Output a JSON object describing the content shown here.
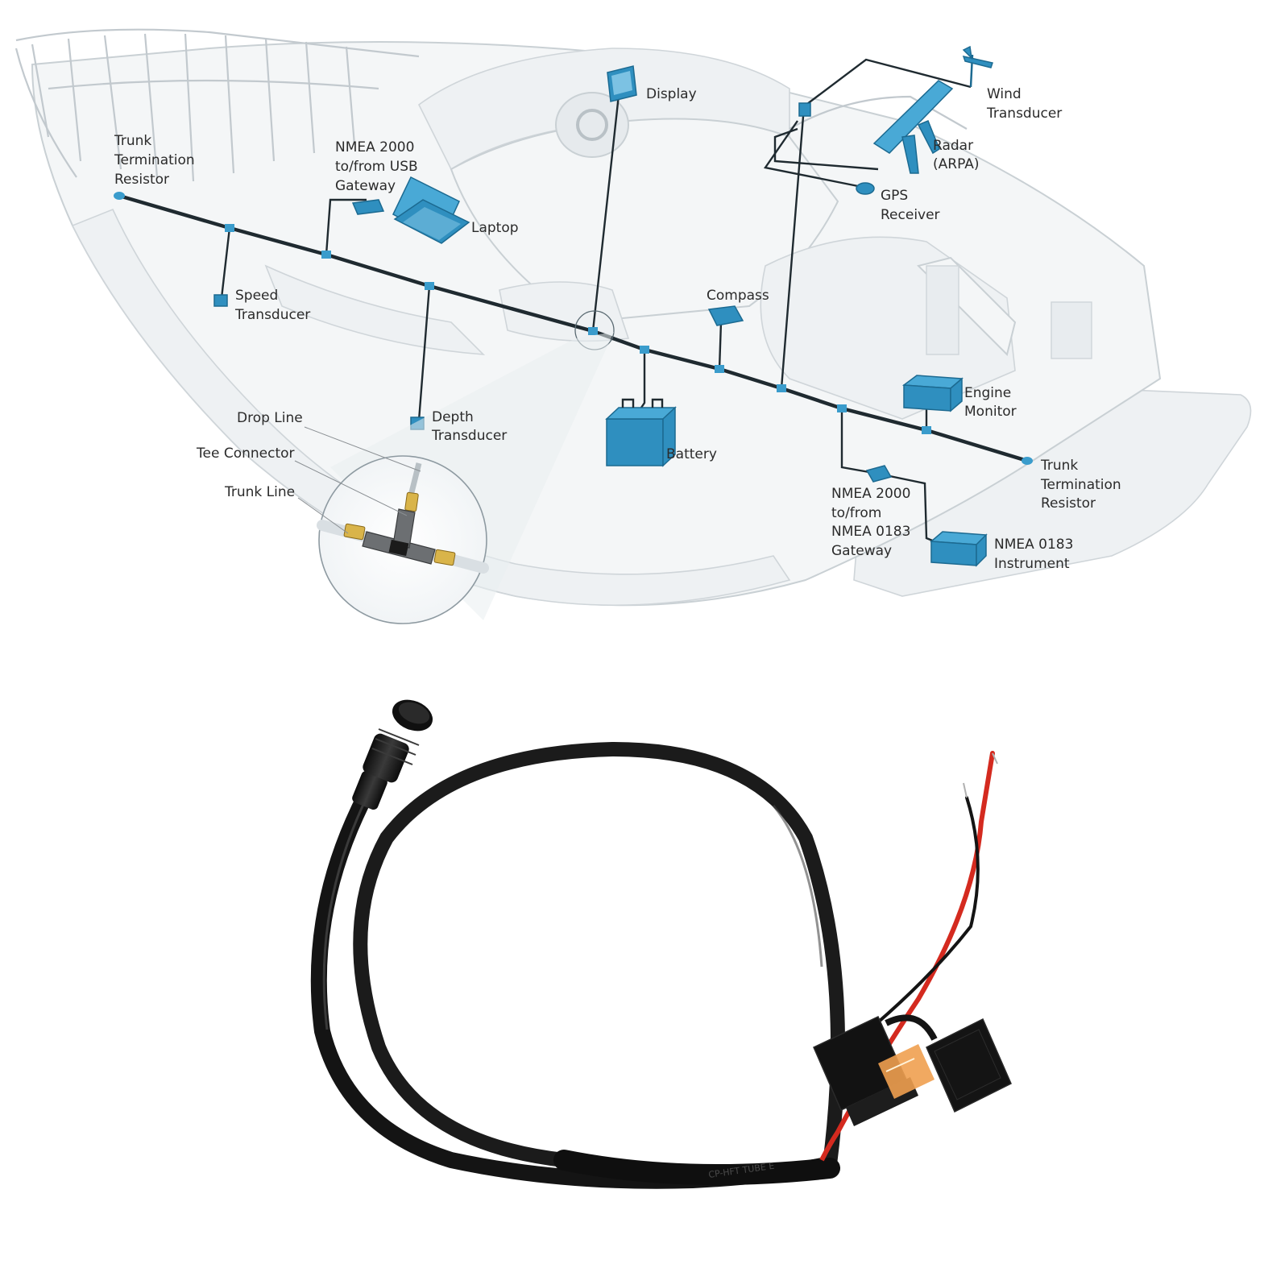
{
  "diagram": {
    "labels": {
      "trunk_termination_left": [
        "Trunk",
        "Termination",
        "Resistor"
      ],
      "nmea_usb_gateway": [
        "NMEA 2000",
        "to/from USB",
        "Gateway"
      ],
      "laptop": "Laptop",
      "display": "Display",
      "wind_transducer": [
        "Wind",
        "Transducer"
      ],
      "radar": [
        "Radar",
        "(ARPA)"
      ],
      "gps_receiver": [
        "GPS",
        "Receiver"
      ],
      "speed_transducer": [
        "Speed",
        "Transducer"
      ],
      "compass": "Compass",
      "engine_monitor": [
        "Engine",
        "Monitor"
      ],
      "depth_transducer": [
        "Depth",
        "Transducer"
      ],
      "battery": "Battery",
      "trunk_termination_right": [
        "Trunk",
        "Termination",
        "Resistor"
      ],
      "nmea_0183_gateway": [
        "NMEA 2000",
        "to/from",
        "NMEA 0183",
        "Gateway"
      ],
      "nmea_0183_instrument": [
        "NMEA 0183",
        "Instrument"
      ],
      "drop_line": "Drop Line",
      "tee_connector": "Tee Connector",
      "trunk_line": "Trunk Line"
    },
    "colors": {
      "device": "#2f8fbf",
      "trunk": "#1f2a30",
      "hull": "#f4f6f7",
      "connector_gold": "#d9b44a",
      "cable": "#1b1b1b",
      "red_wire": "#d42a1f",
      "fuse_orange": "#f0a050"
    }
  },
  "product": {
    "cable_print": "CP-HFT TUBE E"
  }
}
